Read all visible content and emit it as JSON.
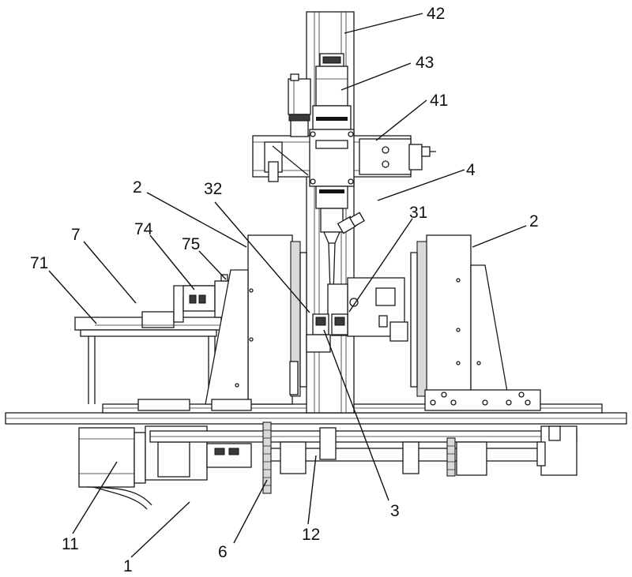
{
  "labels": {
    "l42": "42",
    "l43": "43",
    "l41": "41",
    "l4": "4",
    "l2_left": "2",
    "l32": "32",
    "l31": "31",
    "l2_right": "2",
    "l7": "7",
    "l74": "74",
    "l75": "75",
    "l71": "71",
    "l11": "11",
    "l1": "1",
    "l6": "6",
    "l12": "12",
    "l3": "3"
  },
  "colors": {
    "line": "#1a1a1a",
    "shade": "#d9d9d9",
    "dark": "#3a3a3a",
    "background": "#ffffff"
  }
}
